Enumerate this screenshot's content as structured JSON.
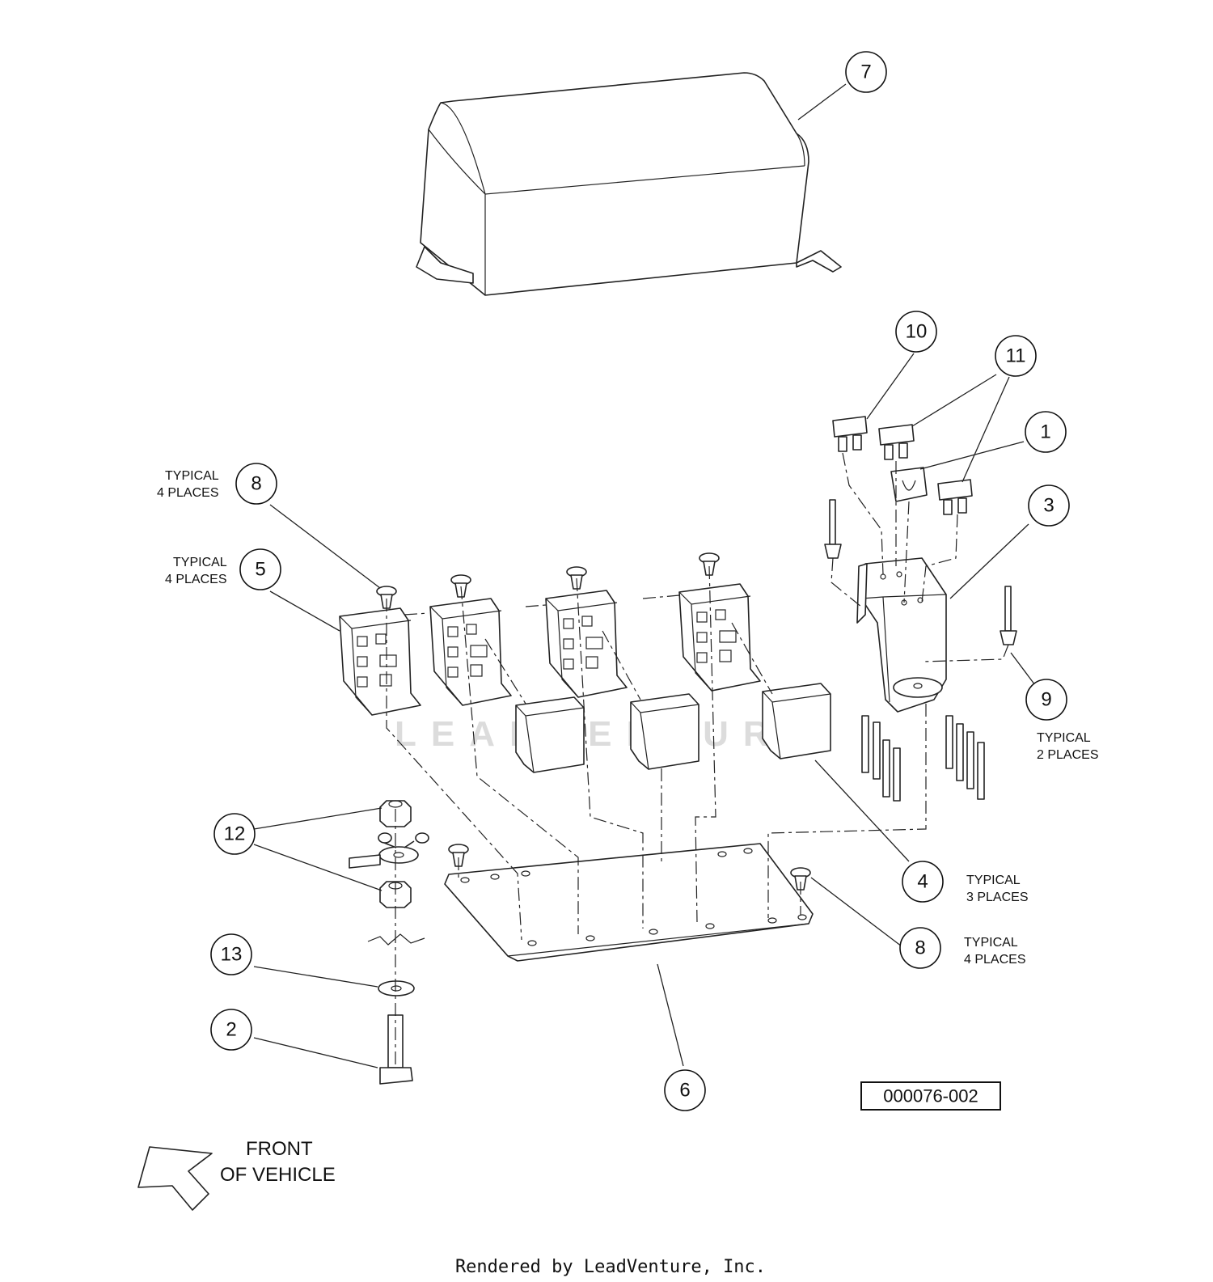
{
  "callouts": [
    {
      "id": "callout-7",
      "number": "7"
    },
    {
      "id": "callout-10",
      "number": "10"
    },
    {
      "id": "callout-11",
      "number": "11"
    },
    {
      "id": "callout-1",
      "number": "1"
    },
    {
      "id": "callout-3",
      "number": "3"
    },
    {
      "id": "callout-8-top",
      "number": "8"
    },
    {
      "id": "callout-5",
      "number": "5"
    },
    {
      "id": "callout-9",
      "number": "9"
    },
    {
      "id": "callout-12",
      "number": "12"
    },
    {
      "id": "callout-4",
      "number": "4"
    },
    {
      "id": "callout-8-right",
      "number": "8"
    },
    {
      "id": "callout-13",
      "number": "13"
    },
    {
      "id": "callout-2",
      "number": "2"
    },
    {
      "id": "callout-6",
      "number": "6"
    }
  ],
  "notes": {
    "typical_4_places_line1": "TYPICAL",
    "typical_4_places_line2": "4 PLACES",
    "typical_2_places_line1": "TYPICAL",
    "typical_2_places_line2": "2 PLACES",
    "typical_3_places_line1": "TYPICAL",
    "typical_3_places_line2": "3  PLACES"
  },
  "front_of_vehicle": {
    "line1": "FRONT",
    "line2": "OF VEHICLE"
  },
  "drawing_number": "000076-002",
  "watermark": "LEADVENTURE",
  "footer": "Rendered by LeadVenture, Inc."
}
